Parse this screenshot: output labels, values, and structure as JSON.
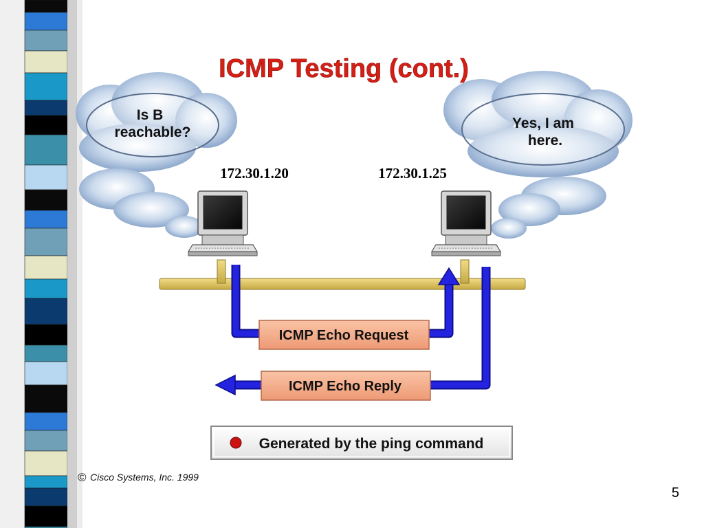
{
  "slide": {
    "title": "ICMP Testing (cont.)",
    "page_number": "5",
    "copyright": "Cisco Systems, Inc. 1999",
    "copyright_symbol": "©"
  },
  "host_a": {
    "ip": "172.30.1.20",
    "thought_line1": "Is B",
    "thought_line2": "reachable?"
  },
  "host_b": {
    "ip": "172.30.1.25",
    "thought_line1": "Yes, I am",
    "thought_line2": "here."
  },
  "messages": {
    "request": "ICMP Echo Request",
    "reply": "ICMP Echo Reply",
    "note": "Generated by the ping command"
  },
  "colors": {
    "title": "#d51f14",
    "bus": "#d9c165",
    "path_blue": "#1a1ad6",
    "label_box": "#f4a882",
    "bullet": "#cc1111"
  }
}
